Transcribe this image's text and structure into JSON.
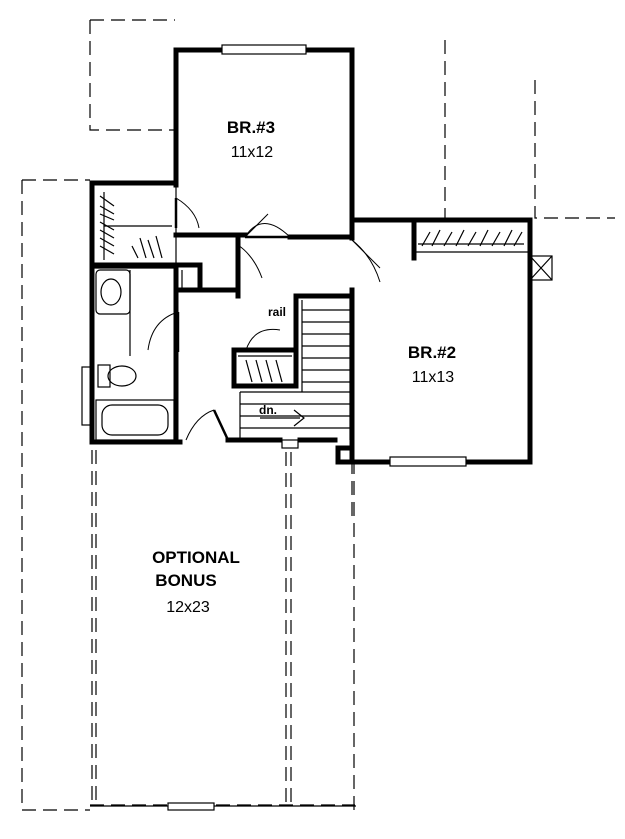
{
  "rooms": {
    "br3": {
      "name": "BR.#3",
      "size": "11x12"
    },
    "br2": {
      "name": "BR.#2",
      "size": "11x13"
    },
    "bonus": {
      "name_line1": "OPTIONAL",
      "name_line2": "BONUS",
      "size": "12x23"
    }
  },
  "annotations": {
    "rail": "rail",
    "down": "dn."
  }
}
